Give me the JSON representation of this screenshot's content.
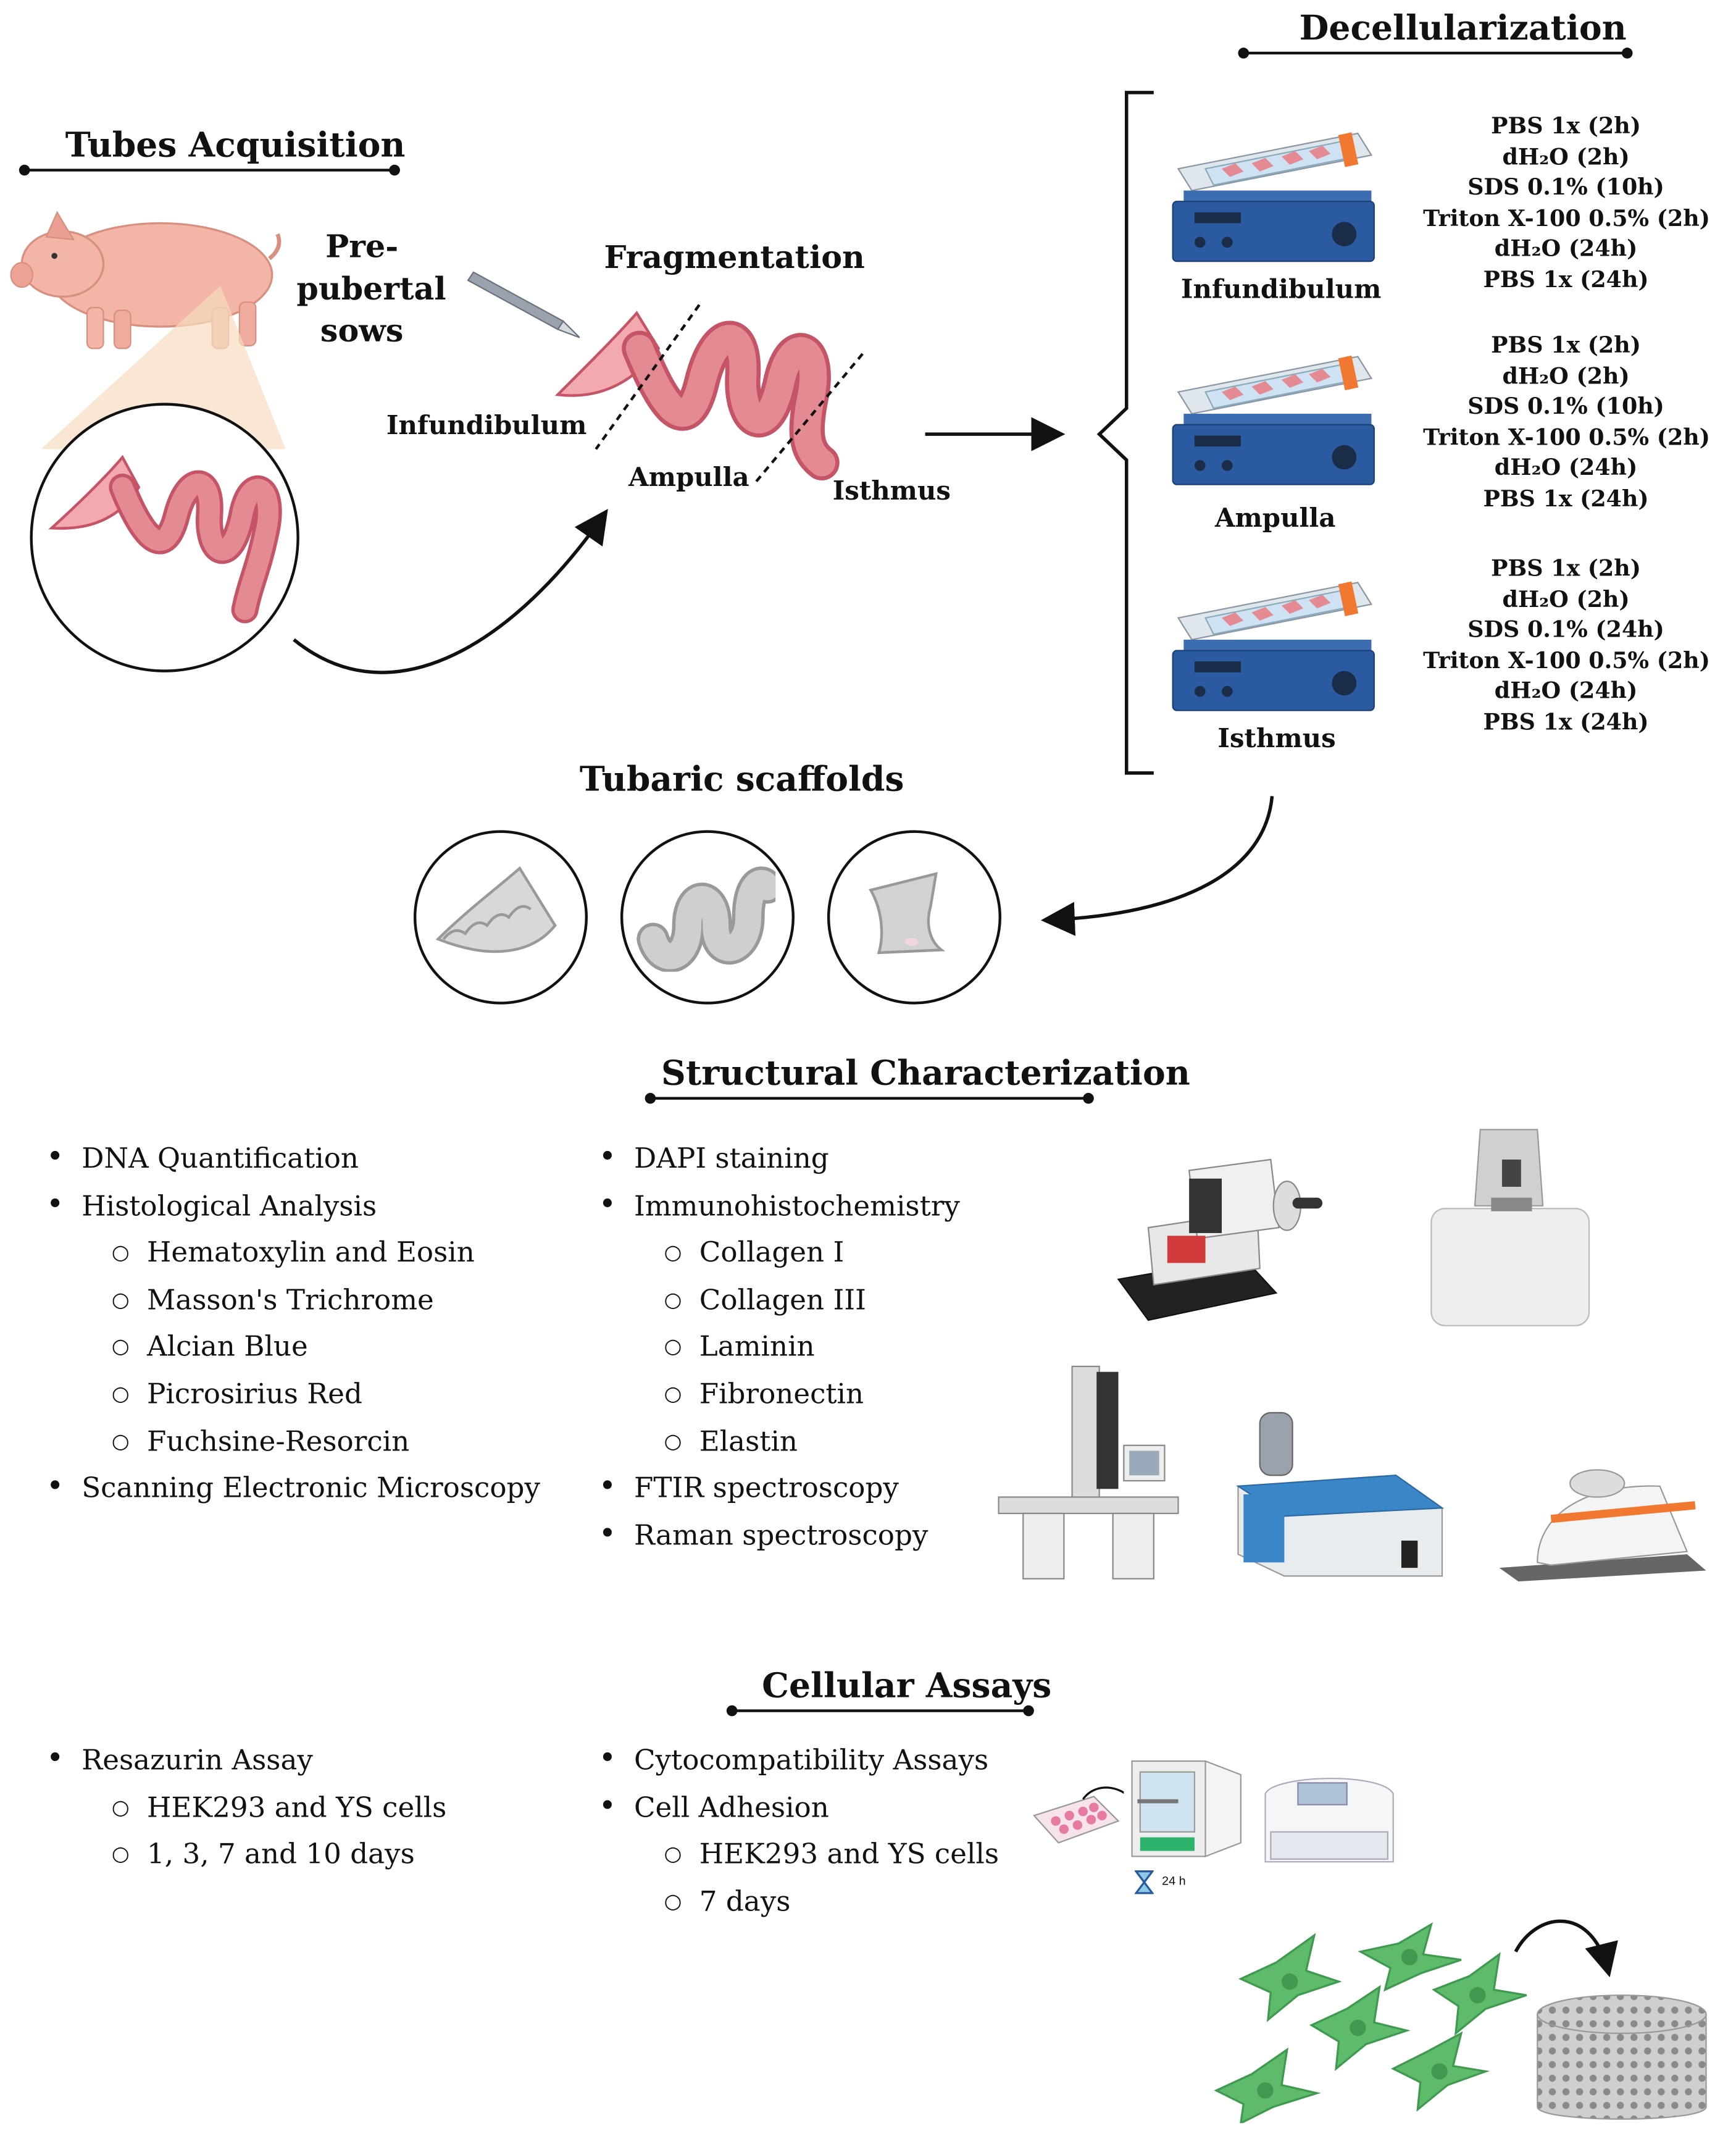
{
  "tubes_acquisition": {
    "title": "Tubes Acquisition",
    "source_label": [
      "Pre-",
      "pubertal",
      "sows"
    ]
  },
  "fragmentation": {
    "title": "Fragmentation",
    "segments": [
      "Infundibulum",
      "Ampulla",
      "Isthmus"
    ]
  },
  "decellularization": {
    "title": "Decellularization",
    "protocols": [
      {
        "segment": "Infundibulum",
        "steps": [
          "PBS 1x (2h)",
          "dH₂O (2h)",
          "SDS 0.1% (10h)",
          "Triton X-100 0.5% (2h)",
          "dH₂O (24h)",
          "PBS 1x (24h)"
        ]
      },
      {
        "segment": "Ampulla",
        "steps": [
          "PBS 1x (2h)",
          "dH₂O (2h)",
          "SDS 0.1% (10h)",
          "Triton X-100 0.5% (2h)",
          "dH₂O (24h)",
          "PBS 1x (24h)"
        ]
      },
      {
        "segment": "Isthmus",
        "steps": [
          "PBS 1x (2h)",
          "dH₂O (2h)",
          "SDS 0.1% (24h)",
          "Triton X-100 0.5% (2h)",
          "dH₂O (24h)",
          "PBS 1x (24h)"
        ]
      }
    ]
  },
  "tubaric_scaffolds": {
    "title": "Tubaric scaffolds"
  },
  "structural_characterization": {
    "title": "Structural Characterization",
    "left_list": [
      {
        "text": "DNA Quantification",
        "level": 1
      },
      {
        "text": "Histological Analysis",
        "level": 1
      },
      {
        "text": "Hematoxylin and Eosin",
        "level": 2
      },
      {
        "text": "Masson's Trichrome",
        "level": 2
      },
      {
        "text": "Alcian Blue",
        "level": 2
      },
      {
        "text": "Picrosirius Red",
        "level": 2
      },
      {
        "text": "Fuchsine-Resorcin",
        "level": 2
      },
      {
        "text": "Scanning Electronic Microscopy",
        "level": 1
      }
    ],
    "right_list": [
      {
        "text": "DAPI staining",
        "level": 1
      },
      {
        "text": "Immunohistochemistry",
        "level": 1
      },
      {
        "text": "Collagen I",
        "level": 2
      },
      {
        "text": "Collagen III",
        "level": 2
      },
      {
        "text": "Laminin",
        "level": 2
      },
      {
        "text": "Fibronectin",
        "level": 2
      },
      {
        "text": "Elastin",
        "level": 2
      },
      {
        "text": "FTIR spectroscopy",
        "level": 1
      },
      {
        "text": "Raman spectroscopy",
        "level": 1
      }
    ]
  },
  "cellular_assays": {
    "title": "Cellular Assays",
    "left_list": [
      {
        "text": "Resazurin Assay",
        "level": 1
      },
      {
        "text": "HEK293 and YS cells",
        "level": 2
      },
      {
        "text": "1, 3, 7 and 10 days",
        "level": 2
      }
    ],
    "right_list": [
      {
        "text": "Cytocompatibility Assays",
        "level": 1
      },
      {
        "text": "Cell Adhesion",
        "level": 1
      },
      {
        "text": "HEK293 and YS cells",
        "level": 2
      },
      {
        "text": "7 days",
        "level": 2
      }
    ],
    "incubation_label": "24 h"
  },
  "colors": {
    "pig_skin": "#f2b5a8",
    "tube_pink": "#e48a92",
    "tube_outline": "#c45466",
    "shaker_blue": "#2a5ba0",
    "cell_green": "#5dbb6b",
    "scaffold_gray": "#c8c8c8"
  },
  "icons": [
    "pig-icon",
    "scalpel-icon",
    "orbital-shaker-icon",
    "microtome-icon",
    "raman-device-icon",
    "sem-microscope-icon",
    "ftir-spectrometer-icon",
    "cell-culture-plate-icon",
    "incubator-icon",
    "plate-reader-icon",
    "cell-icon",
    "porous-scaffold-icon"
  ]
}
